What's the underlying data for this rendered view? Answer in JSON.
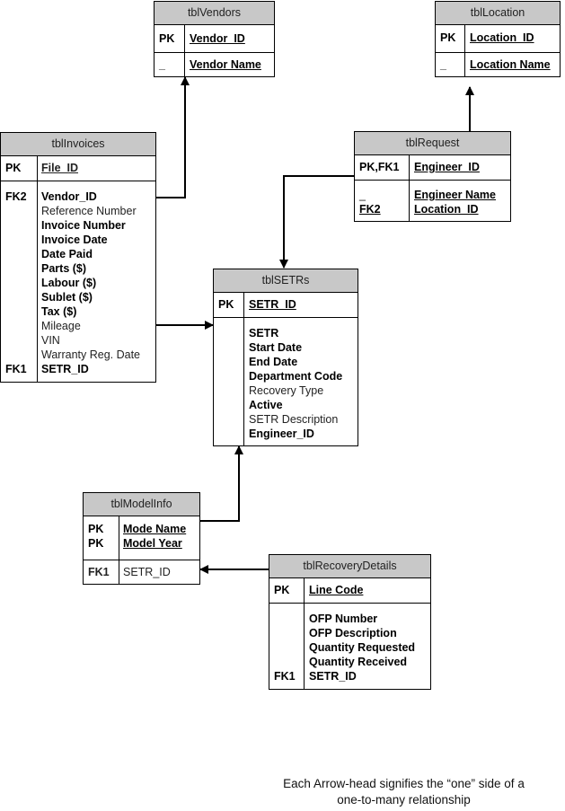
{
  "tables": {
    "vendors": {
      "title": "tblVendors",
      "pk_key": "PK",
      "pk_field": "Vendor_ID",
      "body_key": "_",
      "body_field": "Vendor Name"
    },
    "location": {
      "title": "tblLocation",
      "pk_key": "PK",
      "pk_field": "Location_ID",
      "body_key": "_",
      "body_field": "Location Name"
    },
    "invoices": {
      "title": "tblInvoices",
      "pk_key": "PK",
      "pk_field": "File_ID",
      "body_keys": [
        "FK2",
        "",
        "",
        "",
        "",
        "",
        "",
        "",
        "",
        "",
        "",
        "",
        "FK1"
      ],
      "body_fields": [
        "Vendor_ID",
        "Reference Number",
        "Invoice Number",
        "Invoice Date",
        "Date Paid",
        "Parts ($)",
        "Labour ($)",
        "Sublet ($)",
        "Tax ($)",
        "Mileage",
        "VIN",
        "Warranty Reg. Date",
        "SETR_ID"
      ]
    },
    "request": {
      "title": "tblRequest",
      "pk_key": "PK,FK1",
      "pk_field": "Engineer_ID",
      "body_keys": [
        "_",
        "FK2"
      ],
      "body_fields": [
        "Engineer Name",
        "Location_ID"
      ]
    },
    "setrs": {
      "title": "tblSETRs",
      "pk_key": "PK",
      "pk_field": "SETR_ID",
      "body_fields": [
        "SETR",
        "Start Date",
        "End Date",
        "Department Code",
        "Recovery Type",
        "Active",
        "SETR Description",
        "Engineer_ID"
      ]
    },
    "modelinfo": {
      "title": "tblModelInfo",
      "pk_keys": [
        "PK",
        "PK"
      ],
      "pk_fields": [
        "Mode Name",
        "Model Year"
      ],
      "body_key": "FK1",
      "body_field": "SETR_ID"
    },
    "recovery": {
      "title": "tblRecoveryDetails",
      "pk_key": "PK",
      "pk_field": "Line Code",
      "body_keys": [
        "",
        "",
        "",
        "",
        "FK1"
      ],
      "body_fields": [
        "OFP Number",
        "OFP Description",
        "Quantity Requested",
        "Quantity Received",
        "SETR_ID"
      ]
    }
  },
  "relationships": [
    {
      "from": "tblInvoices.Vendor_ID",
      "to": "tblVendors.Vendor_ID"
    },
    {
      "from": "tblInvoices.SETR_ID",
      "to": "tblSETRs.SETR_ID"
    },
    {
      "from": "tblRequest.Location_ID",
      "to": "tblLocation.Location_ID"
    },
    {
      "from": "tblSETRs.Engineer_ID",
      "to": "tblRequest.Engineer_ID"
    },
    {
      "from": "tblModelInfo.SETR_ID",
      "to": "tblSETRs.SETR_ID"
    },
    {
      "from": "tblRecoveryDetails.SETR_ID",
      "to": "tblModelInfo.SETR_ID"
    }
  ],
  "caption": {
    "line1": "Each Arrow-head signifies the “one” side of a",
    "line2": "one-to-many relationship"
  }
}
